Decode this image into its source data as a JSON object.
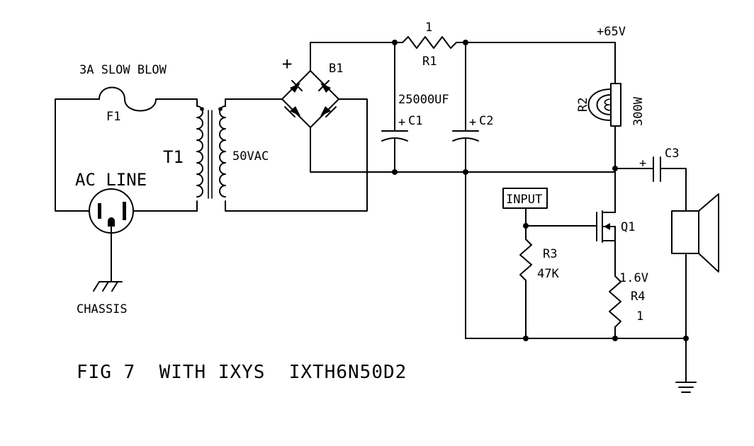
{
  "labels": {
    "fuse_rating": "3A SLOW BLOW",
    "fuse_ref": "F1",
    "transformer_ref": "T1",
    "secondary_voltage": "50VAC",
    "ac_line": "AC LINE",
    "chassis": "CHASSIS",
    "bridge_ref": "B1",
    "bridge_plus": "+",
    "r1_value": "1",
    "r1_ref": "R1",
    "supply_voltage": "+65V",
    "cap_value": "25000UF",
    "c1_ref": "C1",
    "c2_ref": "C2",
    "cap_plus": "+",
    "r2_ref": "R2",
    "r2_value": "300W",
    "c3_ref": "C3",
    "input": "INPUT",
    "q1_ref": "Q1",
    "r3_ref": "R3",
    "r3_value": "47K",
    "source_voltage": "1.6V",
    "r4_ref": "R4",
    "r4_value": "1",
    "caption": "FIG 7  WITH IXYS  IXTH6N50D2"
  }
}
